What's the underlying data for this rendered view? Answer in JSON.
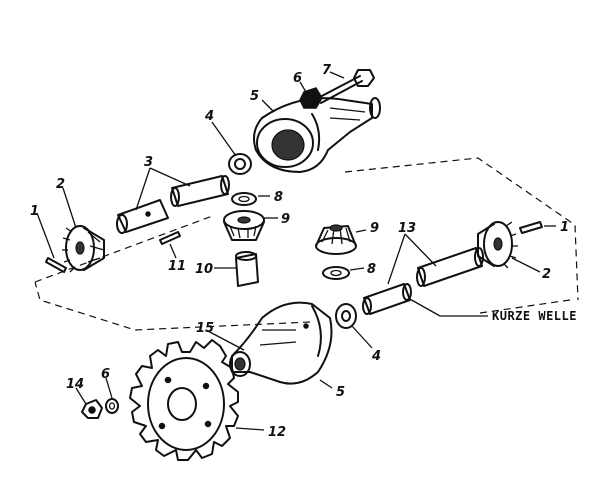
{
  "diagram": {
    "callouts": {
      "c1_left": "1",
      "c2_left": "2",
      "c3": "3",
      "c4_top": "4",
      "c5_top": "5",
      "c6_top": "6",
      "c7": "7",
      "c8_top": "8",
      "c9_top": "9",
      "c10": "10",
      "c11": "11",
      "c9_right": "9",
      "c8_right": "8",
      "c13": "13",
      "c1_right": "1",
      "c2_right": "2",
      "c15": "15",
      "c4_bottom": "4",
      "c5_bottom": "5",
      "c14": "14",
      "c6_bottom": "6",
      "c12": "12"
    },
    "note": "KURZE WELLE"
  }
}
